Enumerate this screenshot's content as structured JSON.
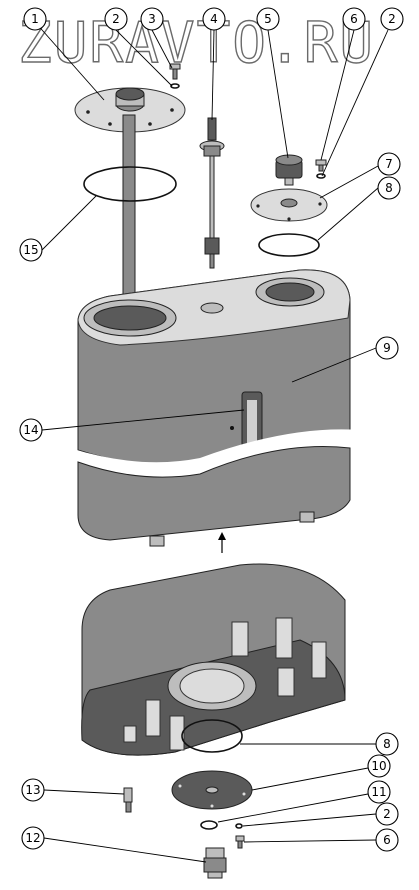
{
  "watermark": "ZURAVTO.RU",
  "callouts": [
    {
      "id": "c1",
      "label": "1"
    },
    {
      "id": "c2a",
      "label": "2"
    },
    {
      "id": "c3",
      "label": "3"
    },
    {
      "id": "c4",
      "label": "4"
    },
    {
      "id": "c5",
      "label": "5"
    },
    {
      "id": "c6a",
      "label": "6"
    },
    {
      "id": "c2b",
      "label": "2"
    },
    {
      "id": "c7",
      "label": "7"
    },
    {
      "id": "c8a",
      "label": "8"
    },
    {
      "id": "c15",
      "label": "15"
    },
    {
      "id": "c9",
      "label": "9"
    },
    {
      "id": "c14",
      "label": "14"
    },
    {
      "id": "c8b",
      "label": "8"
    },
    {
      "id": "c10",
      "label": "10"
    },
    {
      "id": "c13",
      "label": "13"
    },
    {
      "id": "c11",
      "label": "11"
    },
    {
      "id": "c2c",
      "label": "2"
    },
    {
      "id": "c12",
      "label": "12"
    },
    {
      "id": "c6b",
      "label": "6"
    }
  ]
}
